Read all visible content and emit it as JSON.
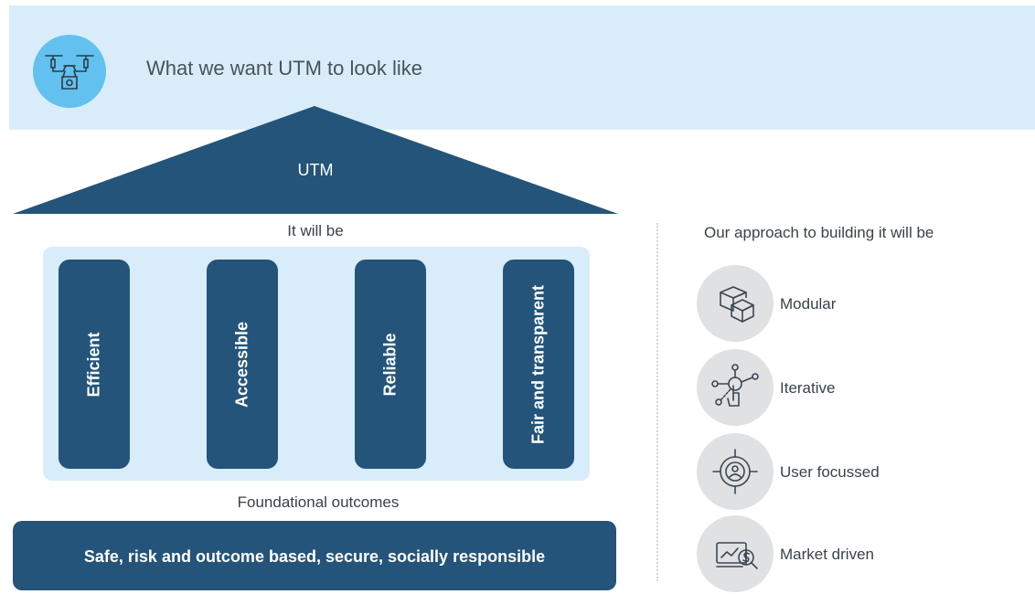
{
  "header": {
    "title": "What we want UTM to look like",
    "icon": "drone-icon"
  },
  "roof": {
    "label": "UTM"
  },
  "pillars_heading": "It will be",
  "pillars": [
    {
      "label": "Efficient"
    },
    {
      "label": "Accessible"
    },
    {
      "label": "Reliable"
    },
    {
      "label": "Fair and transparent"
    }
  ],
  "foundation": {
    "heading": "Foundational outcomes",
    "text": "Safe, risk and outcome based, secure, socially responsible"
  },
  "approach": {
    "heading": "Our approach to building it will be",
    "items": [
      {
        "label": "Modular",
        "icon": "modular-cubes-icon"
      },
      {
        "label": "Iterative",
        "icon": "iterative-network-icon"
      },
      {
        "label": "User focussed",
        "icon": "user-target-icon"
      },
      {
        "label": "Market driven",
        "icon": "market-chart-icon"
      }
    ]
  },
  "colors": {
    "dark_blue": "#245479",
    "light_blue_band": "#d8edf9",
    "icon_circle_blue": "#62c1ef",
    "icon_circle_grey": "#e0e1e3"
  }
}
